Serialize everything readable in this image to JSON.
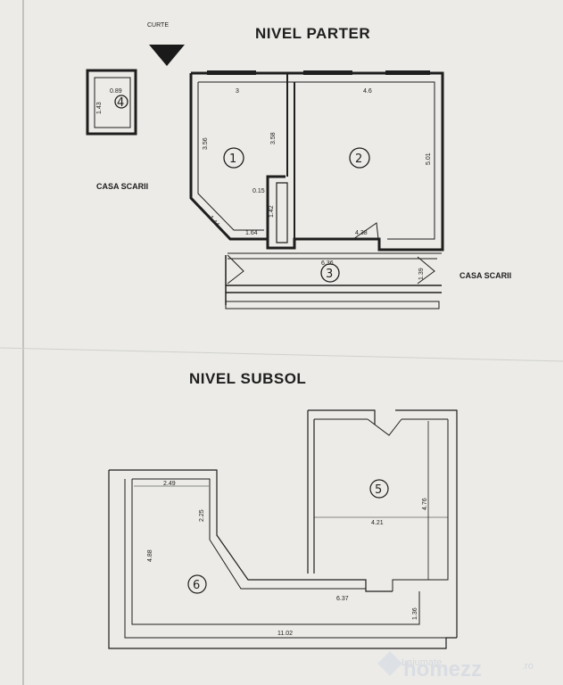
{
  "parter": {
    "title": "NIVEL PARTER",
    "curte": "CURTE",
    "casa_scarii_left": "CASA SCARII",
    "casa_scarii_right": "CASA SCARII",
    "rooms": [
      "1",
      "2",
      "3",
      "4"
    ],
    "dims": {
      "d_3": "3",
      "d_4_6": "4.6",
      "d_3_56": "3.56",
      "d_3_58": "3.58",
      "d_5_01": "5.01",
      "d_0_15": "0.15",
      "d_1_42": "1.42",
      "d_1_64": "1.64",
      "d_4_38": "4.38",
      "d_6_36": "6.36",
      "d_1_39": "1.39",
      "d_1_44": "1.44",
      "d_0_89": "0.89",
      "d_1_43": "1.43"
    }
  },
  "subsol": {
    "title": "NIVEL SUBSOL",
    "rooms": [
      "5",
      "6"
    ],
    "dims": {
      "d_2_49": "2.49",
      "d_2_25": "2.25",
      "d_4_88": "4.88",
      "d_4_76": "4.76",
      "d_4_21": "4.21",
      "d_6_37": "6.37",
      "d_11_02": "11.02",
      "d_1_36": "1.36"
    }
  },
  "watermark": {
    "brand": "homezz",
    "tld": ".ro",
    "faded": "Lajumate"
  },
  "colors": {
    "ink": "#1e1e1e",
    "paper": "#ecebe7"
  }
}
